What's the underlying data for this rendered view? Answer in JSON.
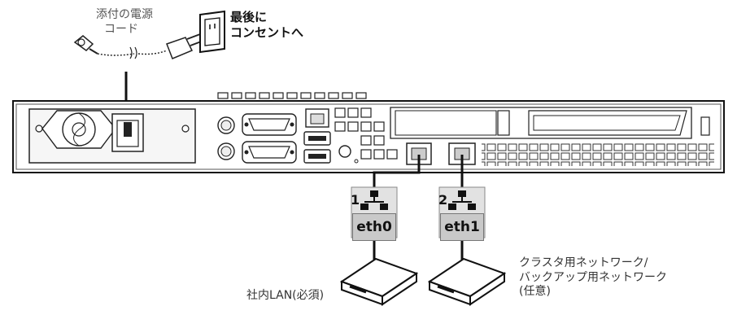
{
  "power_cable_label": [
    "添付の電源",
    "コード"
  ],
  "outlet_label": [
    "最後に",
    "コンセントへ"
  ],
  "lan_ports": [
    {
      "number": "1",
      "name": "eth0"
    },
    {
      "number": "2",
      "name": "eth1"
    }
  ],
  "lan_network_label": "社内LAN(必須)",
  "cluster_network_label": [
    "クラスタ用ネットワーク/",
    "バックアップ用ネットワーク",
    "(任意)"
  ]
}
